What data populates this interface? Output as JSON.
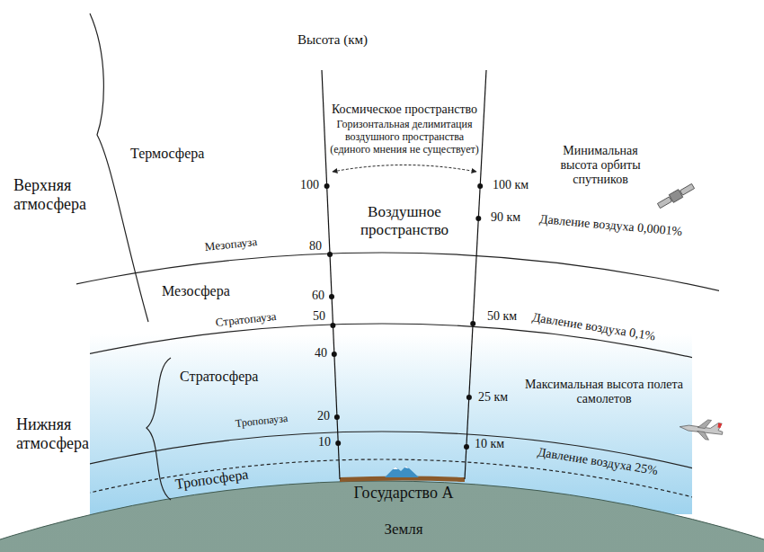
{
  "diagram": {
    "labels": [
      "Высота (км)",
      "Космическое пространство",
      "Горизонтальная делимитация воздушного пространства (единого мнения не существует)",
      "Верхняя атмосфера",
      "Термосфера",
      "100",
      "100 км",
      "Минимальная высота орбиты спутников",
      "Воздушное пространство",
      "90 км",
      "Давление воздуха 0,0001%",
      "Мезопауза",
      "80",
      "Мезосфера",
      "60",
      "Стратопауза",
      "50",
      "50 км",
      "Давление воздуха 0,1%",
      "40",
      "Стратосфера",
      "25 км",
      "Максимальная высота полета самолетов",
      "20",
      "Нижняя атмосфера",
      "Тропопауза",
      "10",
      "10 км",
      "Давление воздуха 25%",
      "Тропосфера",
      "Государство А",
      "Земля"
    ]
  }
}
